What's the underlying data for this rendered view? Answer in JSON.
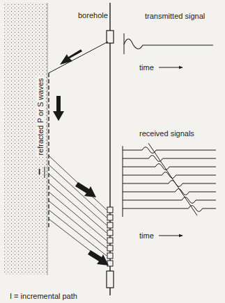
{
  "diagram": {
    "labels": [
      "borehole",
      "transmitted signal",
      "time",
      "received signals",
      "time",
      "refracted P or S waves",
      "I",
      "I = incremental path"
    ]
  }
}
